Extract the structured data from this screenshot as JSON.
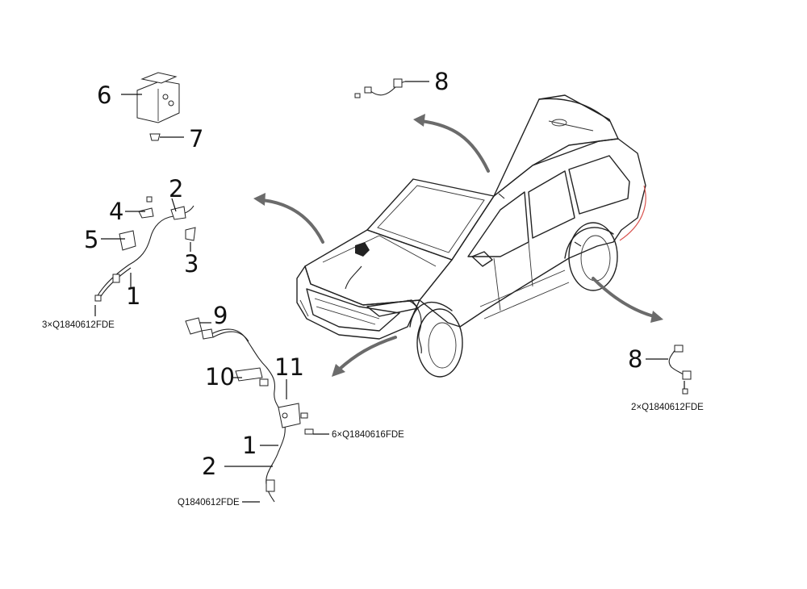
{
  "callouts": {
    "n1a": "1",
    "n2a": "2",
    "n3": "3",
    "n4": "4",
    "n5": "5",
    "n6": "6",
    "n7": "7",
    "n8a": "8",
    "n8b": "8",
    "n9": "9",
    "n10": "10",
    "n11": "11",
    "n1b": "1",
    "n2b": "2"
  },
  "fasteners": {
    "front_left": "3×Q1840612FDE",
    "rear": "2×Q1840612FDE",
    "front_right_bracket": "6×Q1840616FDE",
    "front_right_sensor": "Q1840612FDE"
  },
  "colors": {
    "line": "#111111",
    "arrow": "#6b6b6b",
    "highlight": "#d9534f"
  }
}
